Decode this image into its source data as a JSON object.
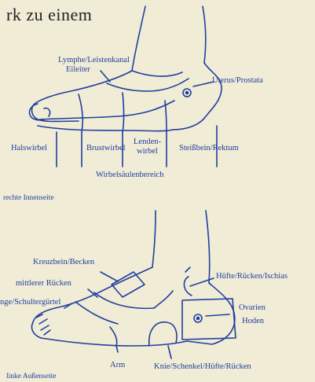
{
  "heading": "rk zu einem",
  "colors": {
    "ink": "#1f3f9e",
    "paper": "#f1ecd6",
    "text": "#222222"
  },
  "figure_top": {
    "labels": {
      "lymphe_line1": "Lymphe/Leistenkanal",
      "lymphe_line2": "Eileiter",
      "uterus": "Uterus/Prostata",
      "halswirbel": "Halswirbel",
      "brustwirbel": "Brustwirbel",
      "lendenwirbel_1": "Lenden-",
      "lendenwirbel_2": "wirbel",
      "steissbein": "Steißbein/Rektum",
      "wirbelsaeule": "Wirbelsäulenbereich"
    },
    "caption": "rechte Innenseite"
  },
  "figure_bottom": {
    "labels": {
      "kreuzbein": "Kreuzbein/Becken",
      "mittlerer_ruecken": "mittlerer Rücken",
      "lunge": "nge/Schultergürtel",
      "huefte": "Hüfte/Rücken/Ischias",
      "ovarien": "Ovarien",
      "hoden": "Hoden",
      "arm": "Arm",
      "knie": "Knie/Schenkel/Hüfte/Rücken"
    },
    "caption": "linke Außenseite"
  }
}
